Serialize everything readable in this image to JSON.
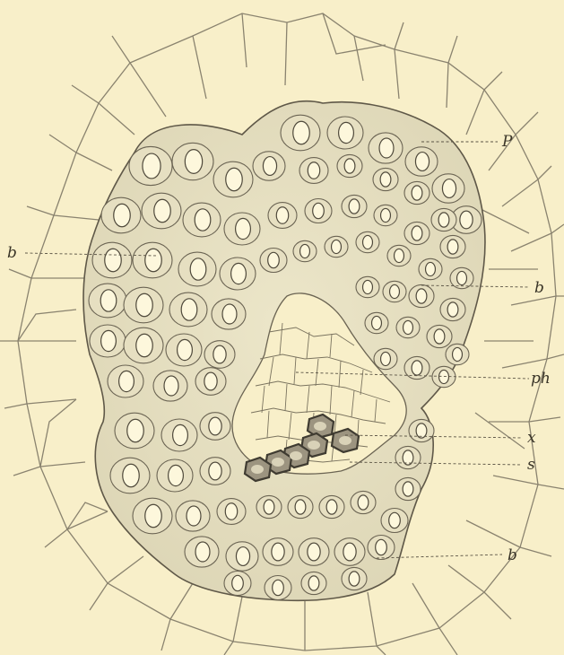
{
  "figure": {
    "labels": [
      {
        "id": "p",
        "text": "P"
      },
      {
        "id": "b1",
        "text": "b"
      },
      {
        "id": "b2",
        "text": "b"
      },
      {
        "id": "ph",
        "text": "ph"
      },
      {
        "id": "x",
        "text": "x"
      },
      {
        "id": "s",
        "text": "s"
      },
      {
        "id": "b3",
        "text": "b"
      }
    ]
  },
  "colors": {
    "paper": "#f8efc9",
    "bundle_fill": "#e8e2c4",
    "cell_wall": "#6b6453",
    "lumen": "#fdf7dc",
    "xylem": "#4e4a3e"
  }
}
